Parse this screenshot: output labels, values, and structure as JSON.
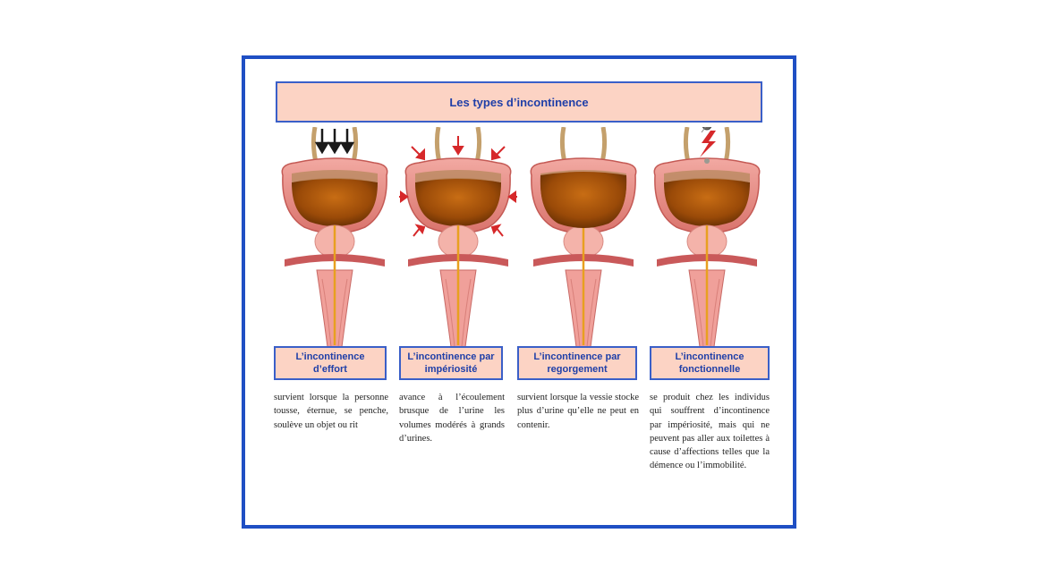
{
  "title": "Les types d’incontinence",
  "colors": {
    "frame_border": "#1f4fc4",
    "box_fill": "#fcd3c4",
    "box_text": "#1f3fa8",
    "bladder_wall": "#e88f8a",
    "urine": "#9a4a08",
    "arrow_red": "#d6282a",
    "arrow_black": "#1a1a1a"
  },
  "types": [
    {
      "label": "L’incontinence d’effort",
      "description": "survient lorsque la personne tousse, éternue, se penche, soulève un objet ou rit",
      "icon": "bladder-pressure-down-icon"
    },
    {
      "label": "L’incontinence par impériosité",
      "description": "avance à l’écoulement brusque de l’urine les volumes modérés à grands d’urines.",
      "icon": "bladder-contracting-icon"
    },
    {
      "label": "L’incontinence par regorgement",
      "description": "survient lorsque la vessie stocke plus d’urine qu’elle ne peut en contenir.",
      "icon": "bladder-overfull-icon"
    },
    {
      "label": "L’incontinence fonctionnelle",
      "description": "se produit chez les individus qui souffrent d’incontinence par impériosité, mais qui ne peuvent pas aller aux toilettes à cause d’affections telles que la démence ou l’immobilité.",
      "icon": "bladder-nerve-signal-icon"
    }
  ]
}
